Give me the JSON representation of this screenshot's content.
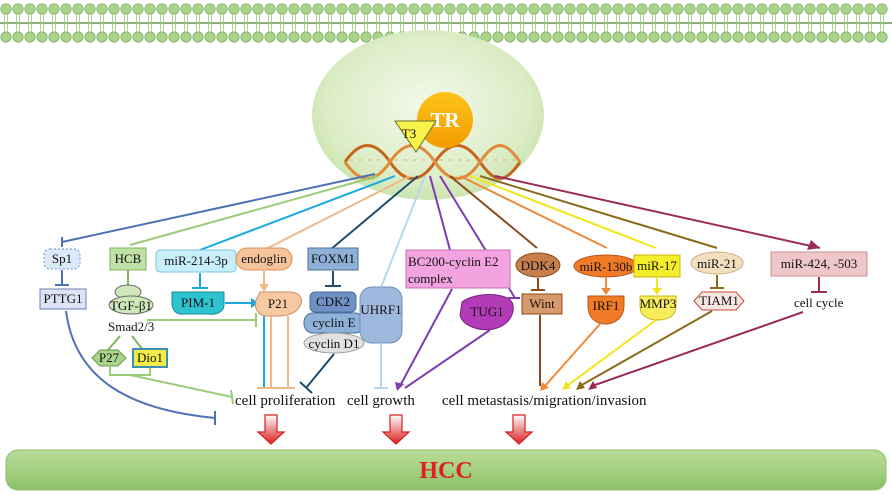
{
  "nucleus": {
    "receptor": "TR",
    "ligand": "T3"
  },
  "nodes": {
    "sp1": "Sp1",
    "pttg1": "PTTG1",
    "hcb": "HCB",
    "tgfb1": "TGF-β1",
    "smad": "Smad2/3",
    "p27": "P27",
    "dio1": "Dio1",
    "mir214": "miR-214-3p",
    "pim1": "PIM-1",
    "endoglin": "endoglin",
    "p21": "P21",
    "foxm1": "FOXM1",
    "cdk2": "CDK2",
    "cycline": "cyclin E",
    "cyclind1": "cyclin D1",
    "uhrf1": "UHRF1",
    "bc200_line1": "BC200-cyclin E2",
    "bc200_line2": "complex",
    "tug1": "TUG1",
    "ddk4": "DDK4",
    "wint": "Wint",
    "mir130b": "miR-130b",
    "irf1": "IRF1",
    "mir17": "miR-17",
    "mmp3": "MMP3",
    "mir21": "miR-21",
    "tiam1": "TIAM1",
    "mir424": "miR-424, -503",
    "cellcycle": "cell cycle"
  },
  "outcomes": {
    "proliferation": "cell proliferation",
    "growth": "cell growth",
    "metastasis": "cell metastasis/migration/invasion"
  },
  "bottom_label": "HCC",
  "colors": {
    "hcc_text": "#e02020",
    "bar": "#9fce7c",
    "membrane": "#a8d58a",
    "nucleus": "#cfe6b4",
    "tr": "#f5a800"
  }
}
